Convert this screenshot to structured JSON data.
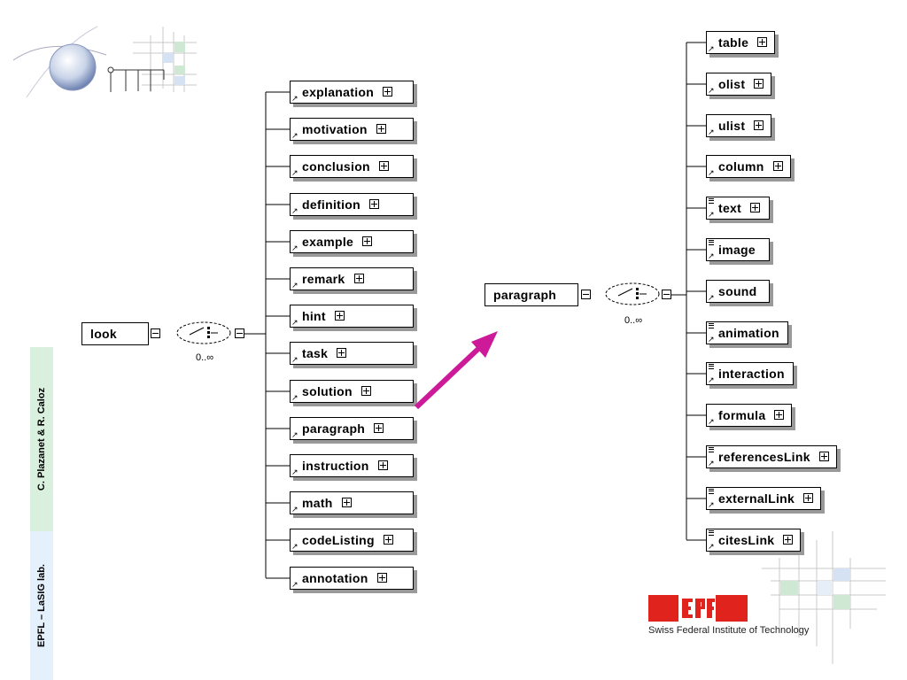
{
  "left_tree": {
    "root": "look",
    "cardinality": "0..∞",
    "children": [
      "explanation",
      "motivation",
      "conclusion",
      "definition",
      "example",
      "remark",
      "hint",
      "task",
      "solution",
      "paragraph",
      "instruction",
      "math",
      "codeListing",
      "annotation"
    ]
  },
  "right_tree": {
    "root": "paragraph",
    "cardinality": "0..∞",
    "children": [
      {
        "label": "table",
        "expandable": true,
        "simple": false
      },
      {
        "label": "olist",
        "expandable": true,
        "simple": false
      },
      {
        "label": "ulist",
        "expandable": true,
        "simple": false
      },
      {
        "label": "column",
        "expandable": true,
        "simple": false
      },
      {
        "label": "text",
        "expandable": true,
        "simple": true
      },
      {
        "label": "image",
        "expandable": false,
        "simple": true
      },
      {
        "label": "sound",
        "expandable": false,
        "simple": false
      },
      {
        "label": "animation",
        "expandable": false,
        "simple": true
      },
      {
        "label": "interaction",
        "expandable": false,
        "simple": true
      },
      {
        "label": "formula",
        "expandable": true,
        "simple": false
      },
      {
        "label": "referencesLink",
        "expandable": true,
        "simple": true
      },
      {
        "label": "externalLink",
        "expandable": true,
        "simple": true
      },
      {
        "label": "citesLink",
        "expandable": true,
        "simple": true
      }
    ]
  },
  "authors": "C. Plazanet & R. Caloz",
  "lab": "EPFL – LaSIG lab.",
  "institution": "Swiss Federal Institute of Technology",
  "colors": {
    "arrow": "#cc1a99",
    "band_green": "#d9f0df",
    "band_blue": "#e4f0fb",
    "epfl_red": "#e0231c"
  }
}
